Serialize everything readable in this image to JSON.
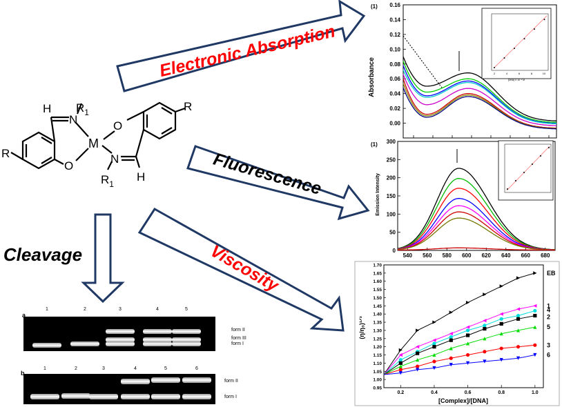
{
  "arrows": {
    "absorption_label": "Electronic Absorption",
    "fluorescence_label": "Fluorescence",
    "viscosity_label": "Viscosity",
    "cleavage_label": "Cleavage"
  },
  "structure": {
    "h_top": "H",
    "h_bottom": "H",
    "r1_top": "R",
    "r1_top_sub": "1",
    "r1_bottom": "R",
    "r1_bottom_sub": "1",
    "n_top": "N",
    "n_bottom": "N",
    "metal": "M",
    "o_right": "O",
    "o_left": "O",
    "r_left": "R",
    "r_right": "R"
  },
  "gel": {
    "panel_a": {
      "tag": "a",
      "lanes": [
        "1",
        "2",
        "3",
        "4",
        "5"
      ],
      "forms": [
        "form II",
        "form III",
        "form I"
      ]
    },
    "panel_b": {
      "tag": "b",
      "lanes": [
        "1",
        "2",
        "3",
        "4",
        "5",
        "6"
      ],
      "forms": [
        "form II",
        "form I"
      ]
    }
  },
  "chart_data": [
    {
      "type": "line",
      "panel_tag": "(1)",
      "ylabel": "Absorbance",
      "ylim": [
        -0.02,
        0.16
      ],
      "yticks": [
        "0.00",
        "0.02",
        "0.04",
        "0.06",
        "0.08",
        "0.10",
        "0.12",
        "0.14",
        "0.16"
      ],
      "series_colors": [
        "#000000",
        "#00cc00",
        "#0000ff",
        "#00cccc",
        "#cc00cc",
        "#cc0000",
        "#888800",
        "#000080"
      ],
      "peak_values": [
        0.068,
        0.06,
        0.057,
        0.055,
        0.047,
        0.04,
        0.038,
        0.036
      ],
      "trough_values": [
        0.05,
        0.042,
        0.037,
        0.035,
        0.025,
        0.012,
        0.01,
        0.008
      ],
      "inset": {
        "type": "scatter",
        "xlabel": "[DNA] X 10⁻⁵ M",
        "xticks": [
          "2",
          "4",
          "6",
          "8",
          "10"
        ]
      }
    },
    {
      "type": "line",
      "panel_tag": "(1)",
      "ylabel": "Emission Intensity",
      "xlim": [
        530,
        690
      ],
      "ylim": [
        0,
        300
      ],
      "xticks": [
        "540",
        "560",
        "580",
        "600",
        "620",
        "640",
        "660",
        "680"
      ],
      "yticks": [
        "0",
        "50",
        "100",
        "150",
        "200",
        "250",
        "300"
      ],
      "peak_x": 592,
      "peak_values": [
        225,
        197,
        170,
        142,
        122,
        105,
        88,
        6
      ],
      "series_colors": [
        "#000000",
        "#00bb00",
        "#ff0000",
        "#0000ff",
        "#ff00ff",
        "#cc0000",
        "#777700",
        "#cc0000"
      ]
    },
    {
      "type": "line",
      "xlabel": "[Complex]/[DNA]",
      "ylabel": "(η/η₀)¹ᐟ³",
      "xlim": [
        0.1,
        1.05
      ],
      "ylim": [
        0.95,
        1.7
      ],
      "xticks": [
        "0.2",
        "0.4",
        "0.6",
        "0.8",
        "1.0"
      ],
      "yticks": [
        "0.95",
        "1.00",
        "1.05",
        "1.10",
        "1.15",
        "1.20",
        "1.25",
        "1.30",
        "1.35",
        "1.40",
        "1.45",
        "1.50",
        "1.55",
        "1.60",
        "1.65",
        "1.70"
      ],
      "x": [
        0.1,
        0.2,
        0.3,
        0.4,
        0.5,
        0.6,
        0.7,
        0.8,
        0.9,
        1.0
      ],
      "series": [
        {
          "name": "EB",
          "color": "#000000",
          "values": [
            1.03,
            1.18,
            1.3,
            1.35,
            1.41,
            1.47,
            1.52,
            1.57,
            1.62,
            1.65
          ]
        },
        {
          "name": "1",
          "color": "#ff00ff",
          "values": [
            1.03,
            1.15,
            1.2,
            1.24,
            1.28,
            1.32,
            1.36,
            1.4,
            1.43,
            1.45
          ]
        },
        {
          "name": "4",
          "color": "#00dddd",
          "values": [
            1.03,
            1.12,
            1.17,
            1.22,
            1.26,
            1.3,
            1.33,
            1.37,
            1.39,
            1.42
          ]
        },
        {
          "name": "2",
          "color": "#000000",
          "values": [
            1.03,
            1.1,
            1.16,
            1.2,
            1.24,
            1.27,
            1.31,
            1.34,
            1.37,
            1.39
          ]
        },
        {
          "name": "5",
          "color": "#00dd00",
          "values": [
            1.03,
            1.08,
            1.12,
            1.15,
            1.19,
            1.22,
            1.25,
            1.28,
            1.3,
            1.32
          ]
        },
        {
          "name": "3",
          "color": "#ff0000",
          "values": [
            1.03,
            1.06,
            1.08,
            1.11,
            1.13,
            1.15,
            1.17,
            1.19,
            1.2,
            1.21
          ]
        },
        {
          "name": "6",
          "color": "#0000ff",
          "values": [
            1.03,
            1.04,
            1.06,
            1.07,
            1.09,
            1.1,
            1.11,
            1.12,
            1.13,
            1.15
          ]
        }
      ]
    }
  ]
}
